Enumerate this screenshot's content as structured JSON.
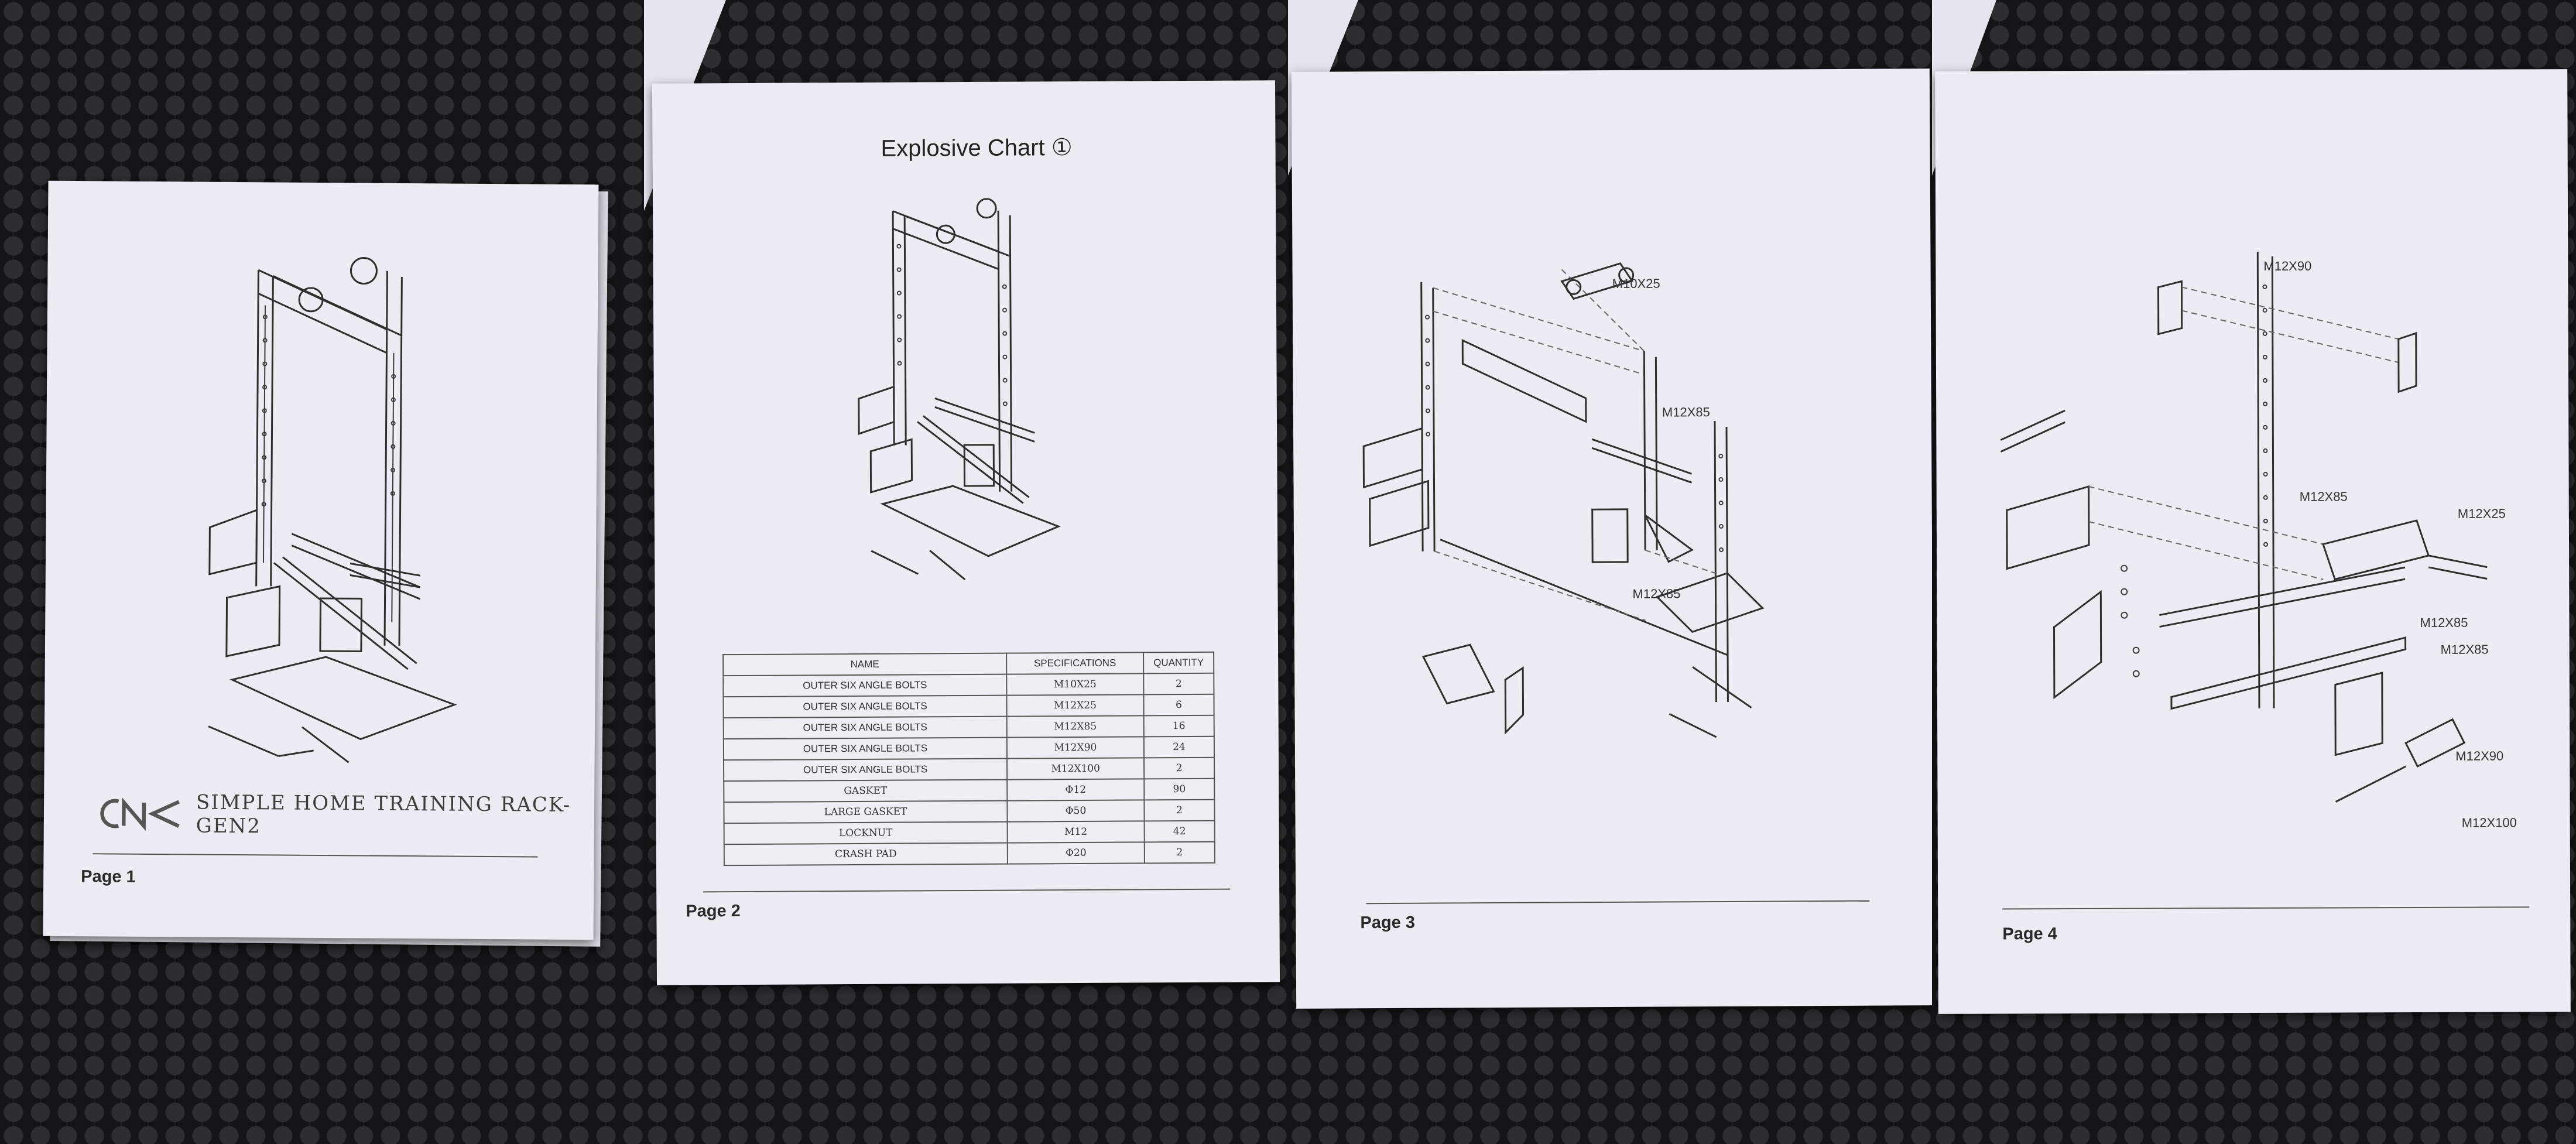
{
  "pages": [
    {
      "page_label": "Page 1",
      "brand_name": "SIMPLE HOME TRAINING RACK-GEN2",
      "logo_icon": "cna-logo-icon"
    },
    {
      "page_label": "Page 2",
      "title": "Explosive Chart",
      "title_marker": "①",
      "parts_table": {
        "headers": [
          "NAME",
          "SPECIFICATIONS",
          "QUANTITY"
        ],
        "rows": [
          [
            "OUTER SIX ANGLE BOLTS",
            "M10X25",
            "2"
          ],
          [
            "OUTER SIX ANGLE BOLTS",
            "M12X25",
            "6"
          ],
          [
            "OUTER SIX ANGLE BOLTS",
            "M12X85",
            "16"
          ],
          [
            "OUTER SIX ANGLE BOLTS",
            "M12X90",
            "24"
          ],
          [
            "OUTER SIX ANGLE BOLTS",
            "M12X100",
            "2"
          ],
          [
            "GASKET",
            "Φ12",
            "90"
          ],
          [
            "LARGE GASKET",
            "Φ50",
            "2"
          ],
          [
            "LOCKNUT",
            "M12",
            "42"
          ],
          [
            "CRASH PAD",
            "Φ20",
            "2"
          ]
        ]
      }
    },
    {
      "page_label": "Page 3",
      "callouts": [
        "M10X25",
        "M12X85",
        "M12X85"
      ]
    },
    {
      "page_label": "Page 4",
      "callouts": [
        "M12X90",
        "M12X85",
        "M12X25",
        "M12X85",
        "M12X85",
        "M12X90",
        "M12X100"
      ]
    }
  ]
}
